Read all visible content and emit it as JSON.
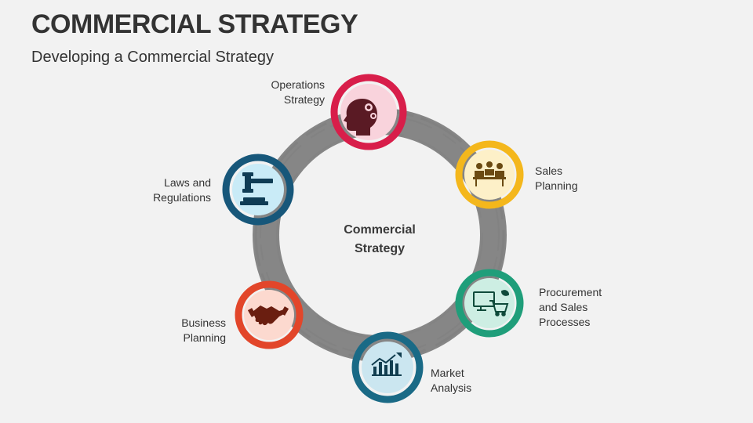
{
  "slide": {
    "title": "COMMERCIAL STRATEGY",
    "subtitle": "Developing a Commercial Strategy"
  },
  "diagram": {
    "center_label": "Commercial\nStrategy",
    "ring_color": "#7f7f7f",
    "nodes": [
      {
        "label": "Operations\nStrategy",
        "color": "#d81e4a",
        "fill": "#f9d3dc",
        "icon": "head-gears-icon"
      },
      {
        "label": "Sales\nPlanning",
        "color": "#f4b71c",
        "fill": "#fdf0c8",
        "icon": "team-meeting-icon"
      },
      {
        "label": "Procurement\nand Sales\nProcesses",
        "color": "#1f9e7a",
        "fill": "#cdeee3",
        "icon": "online-shopping-icon"
      },
      {
        "label": "Market\nAnalysis",
        "color": "#1a6a86",
        "fill": "#cbe6f0",
        "icon": "growth-chart-icon"
      },
      {
        "label": "Business\nPlanning",
        "color": "#e2462a",
        "fill": "#fcd9cf",
        "icon": "handshake-icon"
      },
      {
        "label": "Laws and\nRegulations",
        "color": "#17577a",
        "fill": "#c9ebf7",
        "icon": "gavel-icon"
      }
    ]
  }
}
